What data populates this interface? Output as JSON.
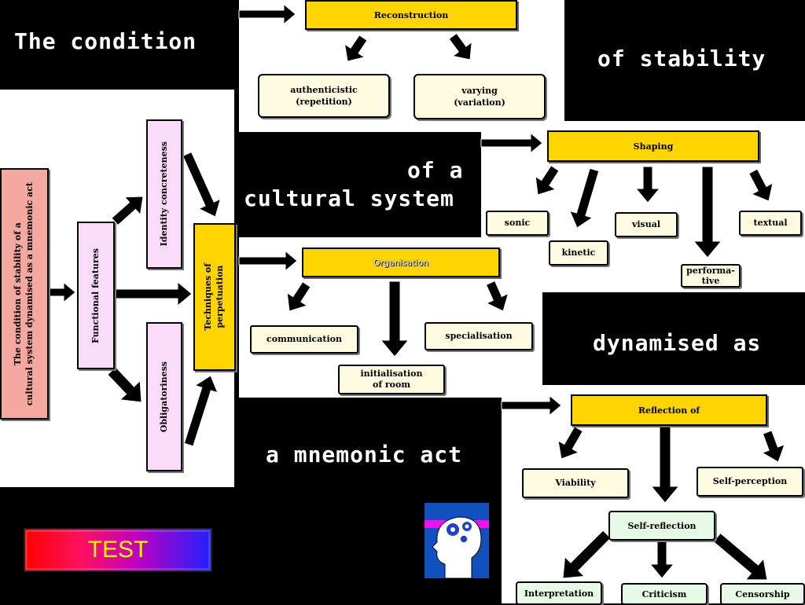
{
  "titles": {
    "t1": "The condition",
    "t2": "of stability",
    "t3a": "of a",
    "t3b": "cultural system",
    "t4": "dynamised as",
    "t5": "a mnemonic act"
  },
  "left": {
    "root": [
      "The condition of stability of a",
      "cultural system dynamised as a mnemonic act"
    ],
    "functional": "Functional features",
    "identity": "Identity concreteness",
    "obligatoriness": "Obligatoriness",
    "techniques": [
      "Techniques of",
      "perpetuation"
    ]
  },
  "reconstruction": {
    "title": "Reconstruction",
    "authentic": [
      "authenticistic",
      "(repetition)"
    ],
    "varying": [
      "varying",
      "(variation)"
    ]
  },
  "shaping": {
    "title": "Shaping",
    "sonic": "sonic",
    "kinetic": "kinetic",
    "visual": "visual",
    "performative": [
      "performa-",
      "tive"
    ],
    "textual": "textual"
  },
  "organisation": {
    "title": "Organisation",
    "communication": "communication",
    "initialisation": [
      "initialisation",
      "of room"
    ],
    "specialisation": "specialisation"
  },
  "reflection": {
    "title": "Reflection of",
    "viability": "Viability",
    "selfperception": "Self-perception",
    "selfreflection": "Self-reflection",
    "interpretation": "Interpretation",
    "criticism": "Criticism",
    "censorship": "Censorship"
  },
  "test_button": "TEST",
  "colors": {
    "yellow": "#ffd500",
    "cream": "#fefbe0",
    "pink_root": "#f4a8a0",
    "lilac": "#fadcfa",
    "mint": "#e6fae6"
  },
  "icons": {
    "logo": "head-with-gears-icon"
  }
}
